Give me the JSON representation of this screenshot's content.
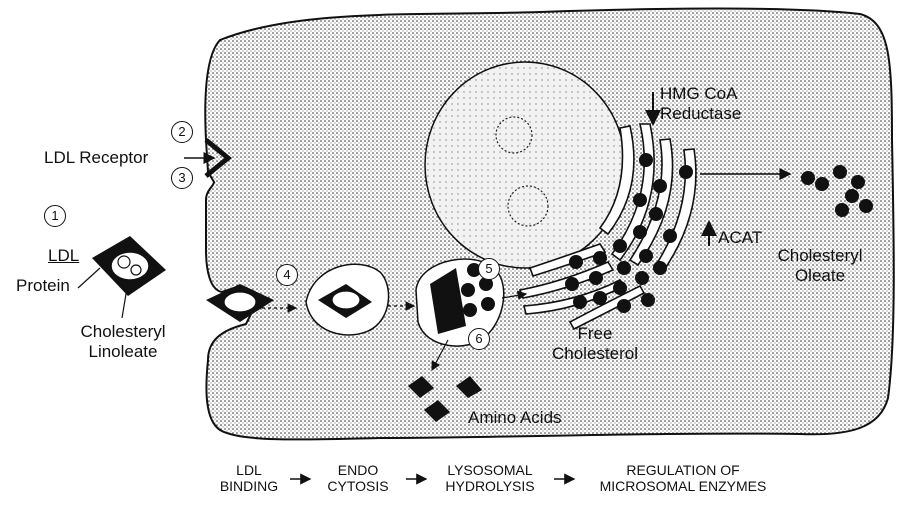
{
  "labels": {
    "ldl_receptor": "LDL Receptor",
    "ldl": "LDL",
    "protein": "Protein",
    "cholesteryl_linoleate": [
      "Cholesteryl",
      "Linoleate"
    ],
    "hmg_coa": [
      "HMG CoA",
      "Reductase"
    ],
    "acat": "ACAT",
    "cholesteryl_oleate": [
      "Cholesteryl",
      "Oleate"
    ],
    "free_cholesterol": [
      "Free",
      "Cholesterol"
    ],
    "amino_acids": "Amino Acids"
  },
  "markers": [
    "1",
    "2",
    "3",
    "4",
    "5",
    "6"
  ],
  "steps": [
    {
      "line1": "LDL",
      "line2": "BINDING"
    },
    {
      "line1": "ENDO",
      "line2": "CYTOSIS"
    },
    {
      "line1": "LYSOSOMAL",
      "line2": "HYDROLYSIS"
    },
    {
      "line1": "REGULATION OF",
      "line2": "MICROSOMAL ENZYMES"
    }
  ],
  "colors": {
    "ink": "#111111",
    "cell_fill": "#d9d9d9",
    "nucleus_fill": "#e6e6e6"
  }
}
